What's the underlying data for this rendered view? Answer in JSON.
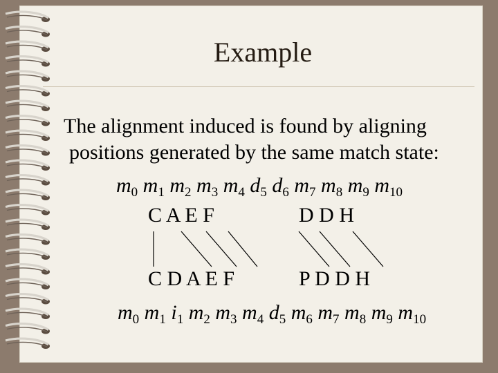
{
  "slide": {
    "title": "Example",
    "body_line1": "The alignment induced is found by aligning",
    "body_line2": "positions generated by the same match state:",
    "seq_top": [
      {
        "s": "m",
        "n": "0"
      },
      {
        "s": "m",
        "n": "1"
      },
      {
        "s": "m",
        "n": "2"
      },
      {
        "s": "m",
        "n": "3"
      },
      {
        "s": "m",
        "n": "4"
      },
      {
        "s": "d",
        "n": "5"
      },
      {
        "s": "d",
        "n": "6"
      },
      {
        "s": "m",
        "n": "7"
      },
      {
        "s": "m",
        "n": "8"
      },
      {
        "s": "m",
        "n": "9"
      },
      {
        "s": "m",
        "n": "10"
      }
    ],
    "residues_top_a": "C  A  E  F",
    "residues_top_b": "D D H",
    "residues_bottom_a": "C  D  A  E  F",
    "residues_bottom_b": "P  D D  H",
    "seq_bottom": [
      {
        "s": "m",
        "n": "0"
      },
      {
        "s": "m",
        "n": "1"
      },
      {
        "s": "i",
        "n": "1"
      },
      {
        "s": "m",
        "n": "2"
      },
      {
        "s": "m",
        "n": "3"
      },
      {
        "s": "m",
        "n": "4"
      },
      {
        "s": "d",
        "n": "5"
      },
      {
        "s": "m",
        "n": "6"
      },
      {
        "s": "m",
        "n": "7"
      },
      {
        "s": "m",
        "n": "8"
      },
      {
        "s": "m",
        "n": "9"
      },
      {
        "s": "m",
        "n": "10"
      }
    ]
  }
}
